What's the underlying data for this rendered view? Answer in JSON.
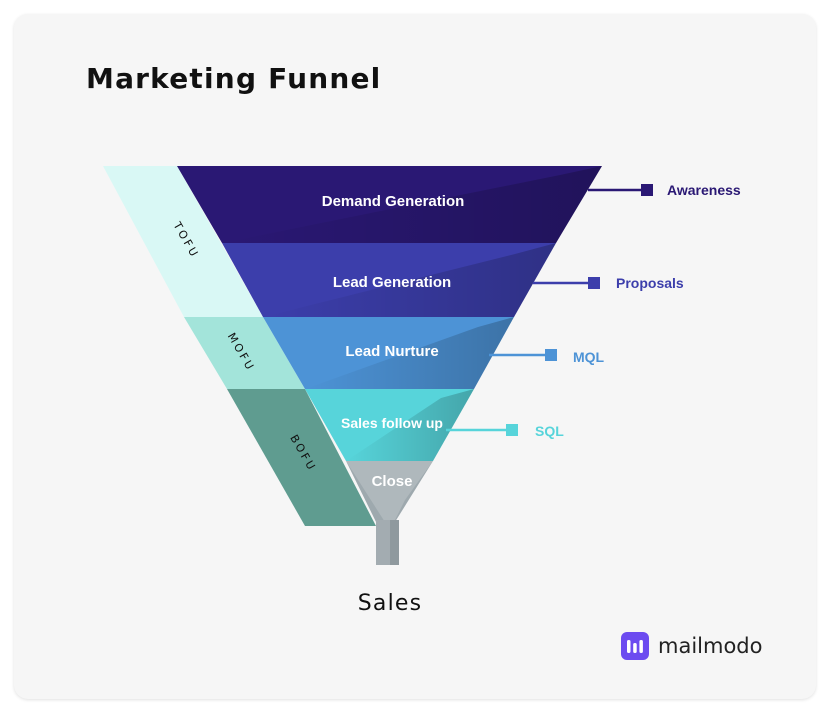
{
  "title": "Marketing Funnel",
  "stages": [
    {
      "label": "Demand Generation",
      "marker": "Awareness",
      "color": "#2a1874",
      "marker_color": "#2a1874"
    },
    {
      "label": "Lead Generation",
      "marker": "Proposals",
      "color": "#3c3eab",
      "marker_color": "#3c3eab"
    },
    {
      "label": "Lead Nurture",
      "marker": "MQL",
      "color": "#4d93d6",
      "marker_color": "#4d93d6"
    },
    {
      "label": "Sales follow up",
      "marker": "SQL",
      "color": "#57d4da",
      "marker_color": "#57d4da"
    },
    {
      "label": "Close",
      "color": "#9ea9ae"
    }
  ],
  "phases": [
    {
      "label": "TOFU",
      "color": "#d9f8f5"
    },
    {
      "label": "MOFU",
      "color": "#a3e4da"
    },
    {
      "label": "BOFU",
      "color": "#5f9c90"
    }
  ],
  "output_label": "Sales",
  "brand": {
    "name": "mailmodo",
    "icon": "mailmodo-logo-icon",
    "color": "#6c4bf0"
  }
}
